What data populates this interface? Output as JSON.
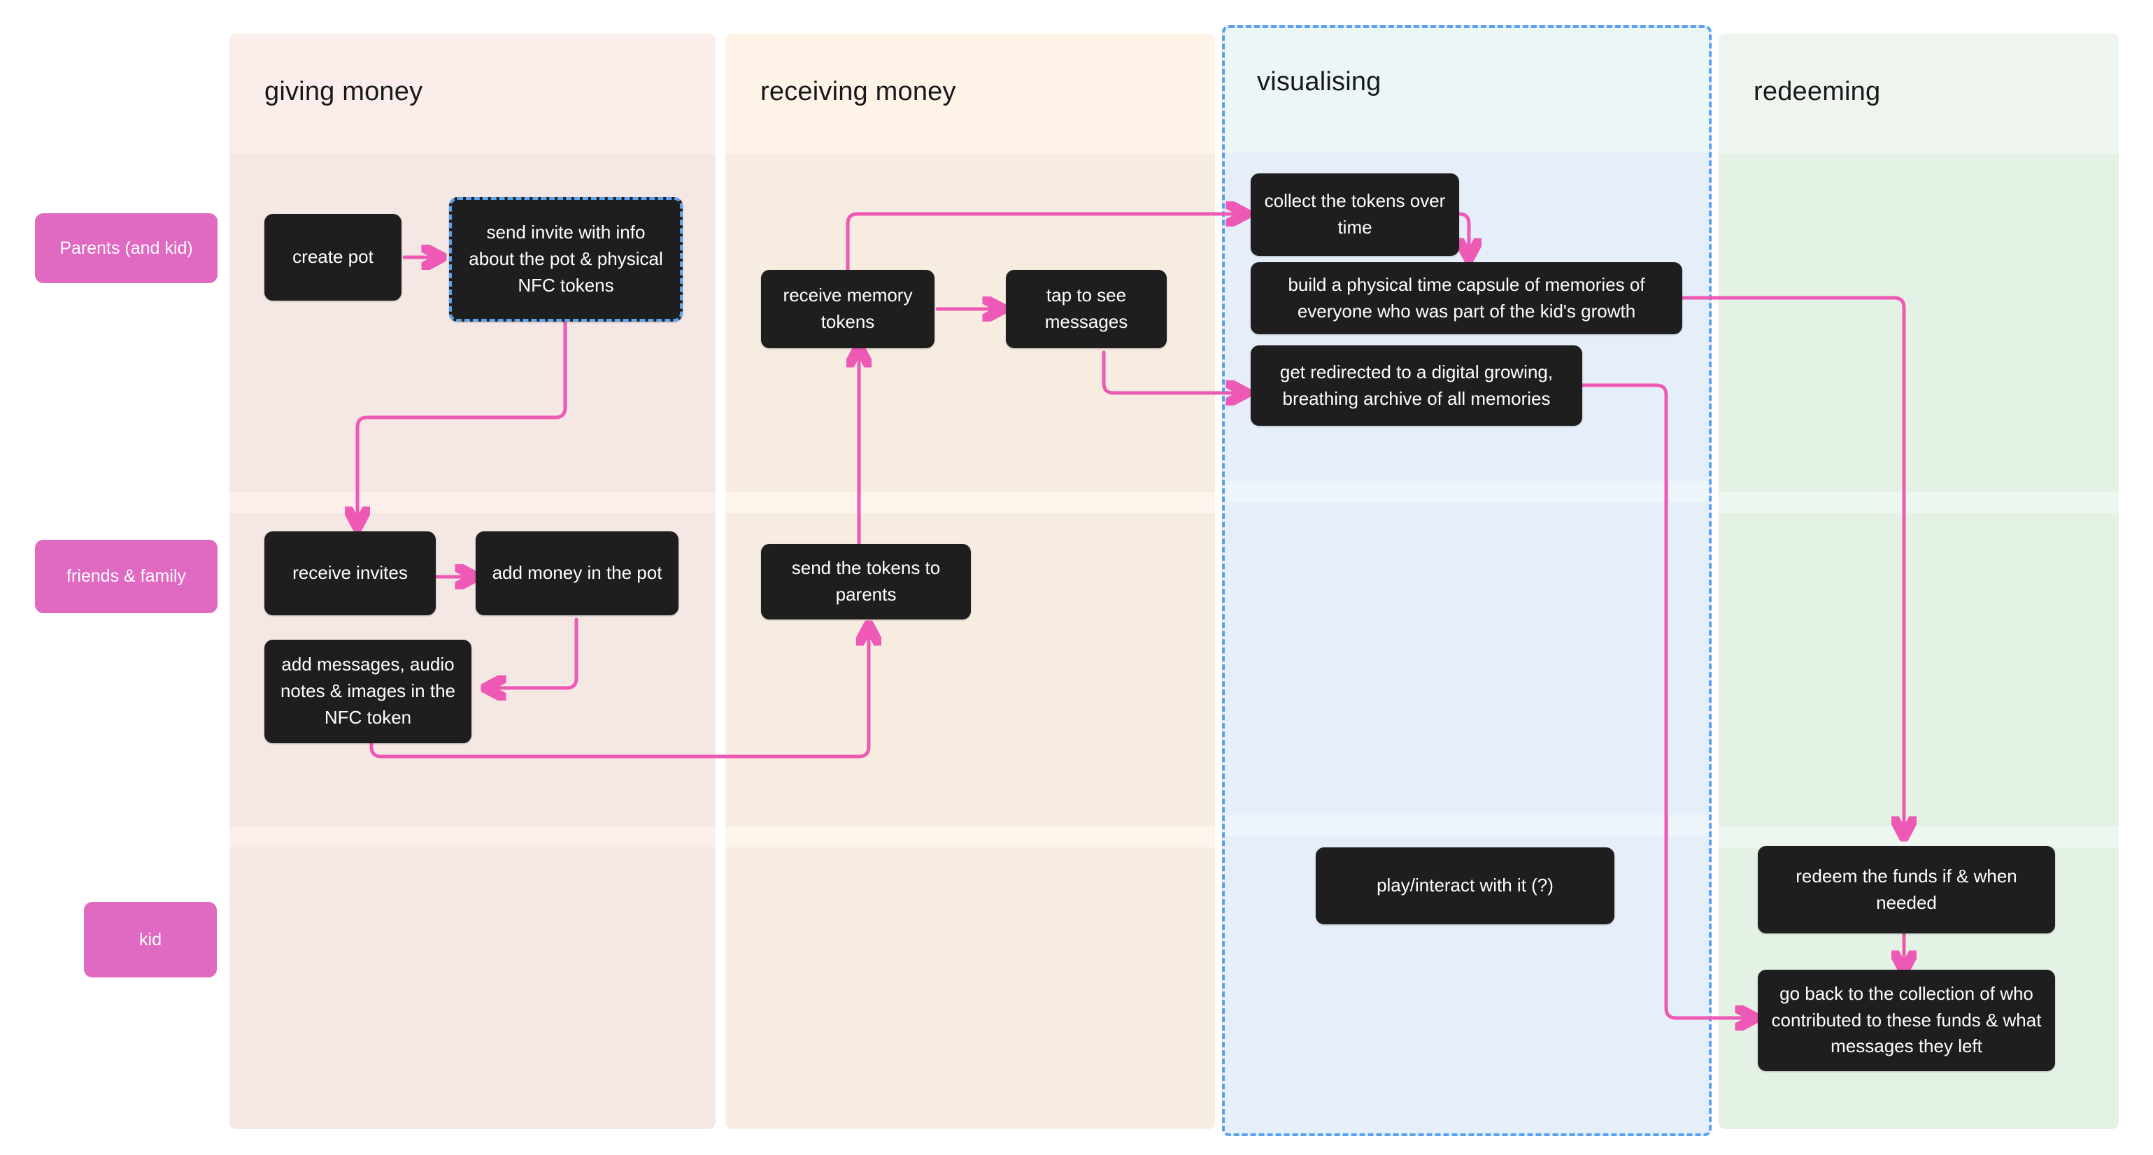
{
  "board": {
    "background": "#ffffff",
    "accent_pink": "#ed59b4",
    "chip_pink": "#e069c2",
    "node_dark": "#1e1e1e",
    "selection_blue": "#5aa2f0"
  },
  "columns": [
    {
      "id": "giving",
      "title": "giving money",
      "head_color": "#fbedea",
      "body_color": "#f4e7e4",
      "highlighted": false
    },
    {
      "id": "receiving",
      "title": "receiving money",
      "head_color": "#fdf3e7",
      "body_color": "#f7ece0",
      "highlighted": false
    },
    {
      "id": "visualising",
      "title": "visualising",
      "head_color": "#edf6f7",
      "body_color": "#e6eefa",
      "highlighted": true
    },
    {
      "id": "redeeming",
      "title": "redeeming",
      "head_color": "#eef5ee",
      "body_color": "#e4f2e5",
      "highlighted": false
    }
  ],
  "rows": [
    {
      "id": "parents",
      "label": "Parents (and kid)"
    },
    {
      "id": "friends",
      "label": "friends & family"
    },
    {
      "id": "kid",
      "label": "kid"
    }
  ],
  "nodes": [
    {
      "id": "create-pot",
      "label": "create pot",
      "column": "giving",
      "row": "parents",
      "selected": false
    },
    {
      "id": "send-invite",
      "label": "send invite with info about the pot & physical NFC tokens",
      "column": "giving",
      "row": "parents",
      "selected": true
    },
    {
      "id": "receive-invites",
      "label": "receive invites",
      "column": "giving",
      "row": "friends",
      "selected": false
    },
    {
      "id": "add-money",
      "label": "add money in the pot",
      "column": "giving",
      "row": "friends",
      "selected": false
    },
    {
      "id": "add-messages",
      "label": "add messages, audio notes & images in the NFC token",
      "column": "giving",
      "row": "friends",
      "selected": false
    },
    {
      "id": "receive-memory",
      "label": "receive memory tokens",
      "column": "receiving",
      "row": "parents",
      "selected": false
    },
    {
      "id": "tap-to-see",
      "label": "tap to see messages",
      "column": "receiving",
      "row": "parents",
      "selected": false
    },
    {
      "id": "send-tokens",
      "label": "send the tokens to parents",
      "column": "receiving",
      "row": "friends",
      "selected": false
    },
    {
      "id": "collect-tokens",
      "label": "collect the tokens over time",
      "column": "visualising",
      "row": "parents",
      "selected": false
    },
    {
      "id": "time-capsule",
      "label": "build a physical time capsule of memories of everyone who was part of the kid's growth",
      "column": "visualising",
      "row": "parents",
      "selected": false
    },
    {
      "id": "get-redirected",
      "label": "get redirected to a digital growing, breathing archive of all memories",
      "column": "visualising",
      "row": "parents",
      "selected": false
    },
    {
      "id": "play-interact",
      "label": "play/interact with it (?)",
      "column": "visualising",
      "row": "kid",
      "selected": false
    },
    {
      "id": "redeem-funds",
      "label": "redeem the funds if & when needed",
      "column": "redeeming",
      "row": "kid",
      "selected": false
    },
    {
      "id": "go-back",
      "label": "go back to the collection of who contributed to these funds & what messages they left",
      "column": "redeeming",
      "row": "kid",
      "selected": false
    }
  ],
  "edges": [
    {
      "from": "create-pot",
      "to": "send-invite"
    },
    {
      "from": "send-invite",
      "to": "receive-invites"
    },
    {
      "from": "receive-invites",
      "to": "add-money"
    },
    {
      "from": "add-money",
      "to": "add-messages"
    },
    {
      "from": "add-messages",
      "to": "send-tokens"
    },
    {
      "from": "send-tokens",
      "to": "receive-memory"
    },
    {
      "from": "receive-memory",
      "to": "tap-to-see"
    },
    {
      "from": "receive-memory",
      "to": "collect-tokens"
    },
    {
      "from": "tap-to-see",
      "to": "get-redirected"
    },
    {
      "from": "collect-tokens",
      "to": "time-capsule"
    },
    {
      "from": "time-capsule",
      "to": "redeem-funds"
    },
    {
      "from": "get-redirected",
      "to": "go-back"
    },
    {
      "from": "redeem-funds",
      "to": "go-back"
    }
  ]
}
